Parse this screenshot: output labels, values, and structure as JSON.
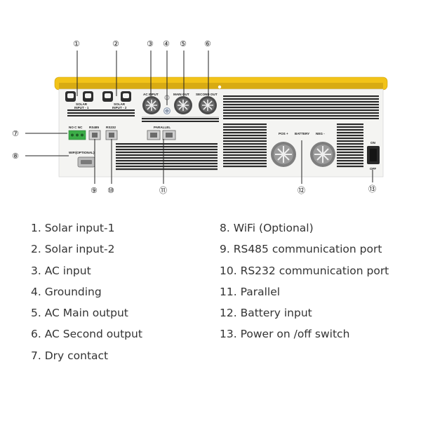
{
  "panel_labels": {
    "solar_input_1": [
      "SOLAR",
      "INPUT - 1"
    ],
    "solar_input_2": [
      "SOLAR",
      "INPUT - 2"
    ],
    "ac_input": "AC INPUT",
    "main_out": "MAIN OUT",
    "second_out": "SECOND OUT",
    "dry_contact": "NO C NC",
    "rs485": "RS485",
    "rs232": "RS232",
    "parallel": "PARALLEL",
    "wifi": "WIFI(OPTIONAL)",
    "pos": "POS +",
    "battery": "BATTERY",
    "neg": "NEG -",
    "switch_on": "ON",
    "switch_off": "OFF"
  },
  "callouts": [
    {
      "number": "①",
      "label": "Solar input-1"
    },
    {
      "number": "②",
      "label": "Solar input-2"
    },
    {
      "number": "③",
      "label": "AC input"
    },
    {
      "number": "④",
      "label": "Grounding"
    },
    {
      "number": "⑤",
      "label": "AC Main output"
    },
    {
      "number": "⑥",
      "label": "AC Second output"
    },
    {
      "number": "⑦",
      "label": "Dry contact"
    },
    {
      "number": "⑧",
      "label": "WiFi (Optional)"
    },
    {
      "number": "⑨",
      "label": "RS485 communication port"
    },
    {
      "number": "⑩",
      "label": "RS232 communication port"
    },
    {
      "number": "⑪",
      "label": "Parallel"
    },
    {
      "number": "⑫",
      "label": "Battery input"
    },
    {
      "number": "⑬",
      "label": "Power on /off switch"
    }
  ],
  "legend_left": [
    "1. Solar input-1",
    "2. Solar input-2",
    "3. AC input",
    "4. Grounding",
    "5. AC Main output",
    "6. AC Second output",
    "7. Dry contact"
  ],
  "legend_right": [
    "8. WiFi (Optional)",
    "9. RS485 communication port",
    "10. RS232 communication port",
    "11. Parallel",
    "12. Battery input",
    "13. Power on /off switch"
  ],
  "colors": {
    "housing_yellow": "#f2c318",
    "panel": "#f4f4f2",
    "connector_dark": "#2e2e2e",
    "dry_contact_green": "#3cae48"
  }
}
